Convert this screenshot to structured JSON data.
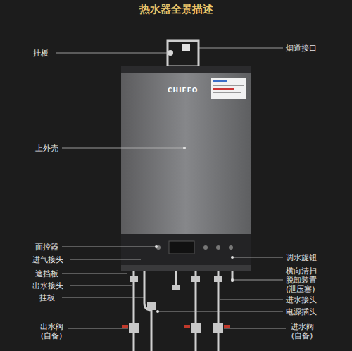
{
  "diagram": {
    "title": "热水器全景描述",
    "labels": [
      "挂板",
      "烟道接口",
      "上外壳",
      "面控器",
      "进气接头",
      "调水旋钮",
      "遮挡板",
      "横向清扫 脱卸装置 (泄压塞)",
      "出水接头",
      "进水接头",
      "挂板",
      "电源插头",
      "出水阀 (自备)",
      "进水阀 (自备)",
      "CHIFFO"
    ]
  }
}
